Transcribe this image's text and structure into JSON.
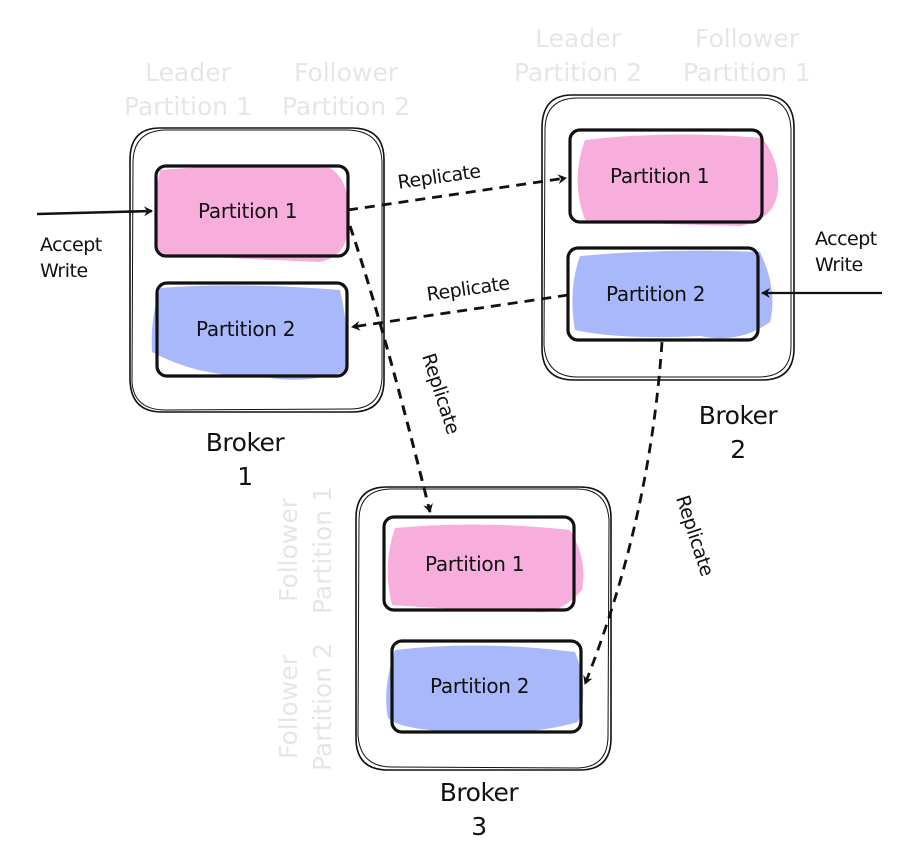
{
  "diagram": {
    "title": "Kafka partition replication across brokers",
    "colors": {
      "partition_1_fill": "#f8aedd",
      "partition_2_fill": "#a9b8fa",
      "stroke": "#111111",
      "ghost_text": "#e6e6e6"
    },
    "brokers": [
      {
        "id": "broker-1",
        "label_line1": "Broker",
        "label_line2": "1",
        "role_labels": [
          {
            "line1": "Leader",
            "line2": "Partition 1"
          },
          {
            "line1": "Follower",
            "line2": "Partition 2"
          }
        ],
        "partitions": [
          {
            "label": "Partition 1",
            "color_key": "partition_1_fill"
          },
          {
            "label": "Partition 2",
            "color_key": "partition_2_fill"
          }
        ]
      },
      {
        "id": "broker-2",
        "label_line1": "Broker",
        "label_line2": "2",
        "role_labels": [
          {
            "line1": "Leader",
            "line2": "Partition 2"
          },
          {
            "line1": "Follower",
            "line2": "Partition 1"
          }
        ],
        "partitions": [
          {
            "label": "Partition 1",
            "color_key": "partition_1_fill"
          },
          {
            "label": "Partition 2",
            "color_key": "partition_2_fill"
          }
        ]
      },
      {
        "id": "broker-3",
        "label_line1": "Broker",
        "label_line2": "3",
        "role_labels": [
          {
            "line1": "Follower",
            "line2": "Partition 1"
          },
          {
            "line1": "Follower",
            "line2": "Partition 2"
          }
        ],
        "partitions": [
          {
            "label": "Partition 1",
            "color_key": "partition_1_fill"
          },
          {
            "label": "Partition 2",
            "color_key": "partition_2_fill"
          }
        ]
      }
    ],
    "writes": [
      {
        "target": "broker-1 / Partition 1",
        "line1": "Accept",
        "line2": "Write"
      },
      {
        "target": "broker-2 / Partition 2",
        "line1": "Accept",
        "line2": "Write"
      }
    ],
    "replications": [
      {
        "from": "broker-1 / Partition 1",
        "to": "broker-2 / Partition 1",
        "label": "Replicate"
      },
      {
        "from": "broker-2 / Partition 2",
        "to": "broker-1 / Partition 2",
        "label": "Replicate"
      },
      {
        "from": "broker-1 / Partition 1",
        "to": "broker-3 / Partition 1",
        "label": "Replicate"
      },
      {
        "from": "broker-2 / Partition 2",
        "to": "broker-3 / Partition 2",
        "label": "Replicate"
      }
    ]
  }
}
